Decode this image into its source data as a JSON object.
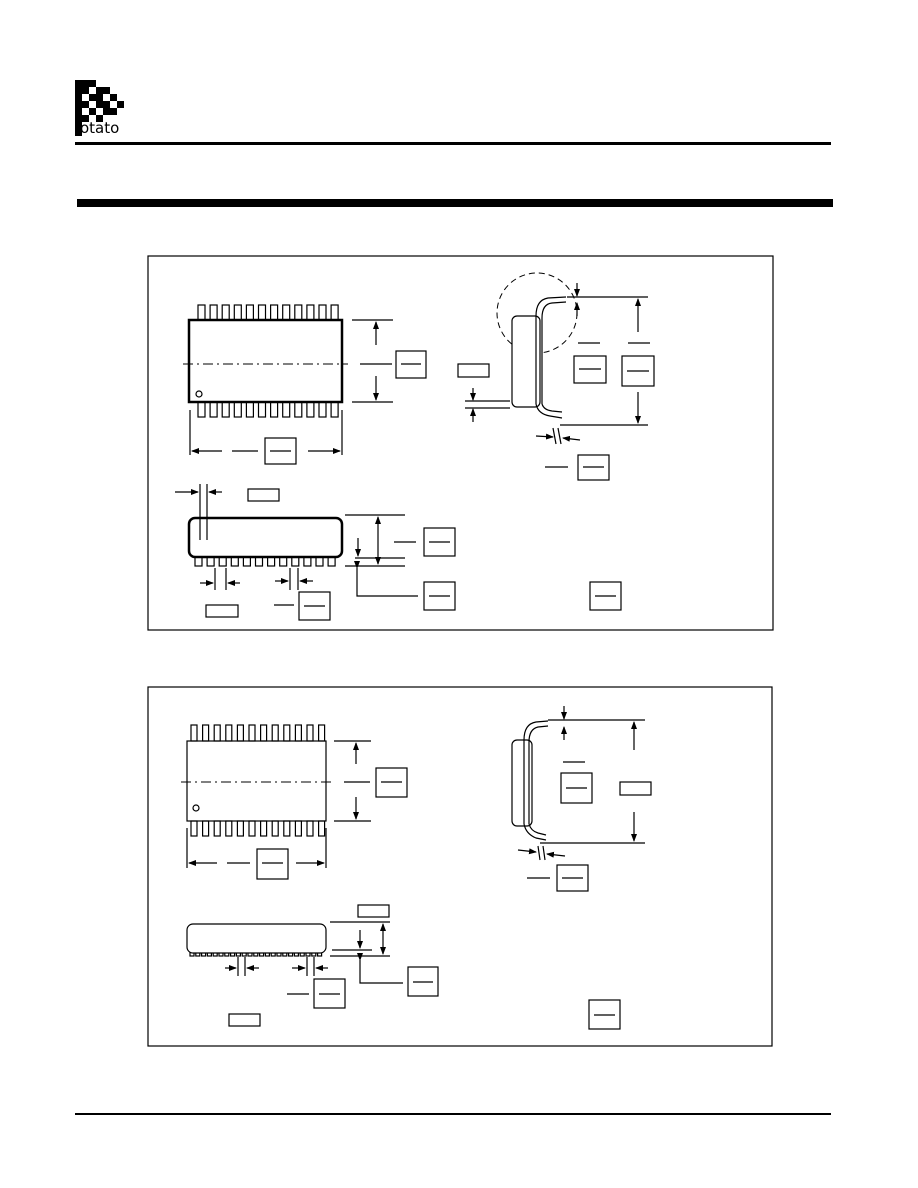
{
  "logo": {
    "text": "otato"
  },
  "figures": [
    {
      "name": "package-drawing-1",
      "pins_per_side": 12
    },
    {
      "name": "package-drawing-2",
      "pins_per_side": 12
    }
  ]
}
